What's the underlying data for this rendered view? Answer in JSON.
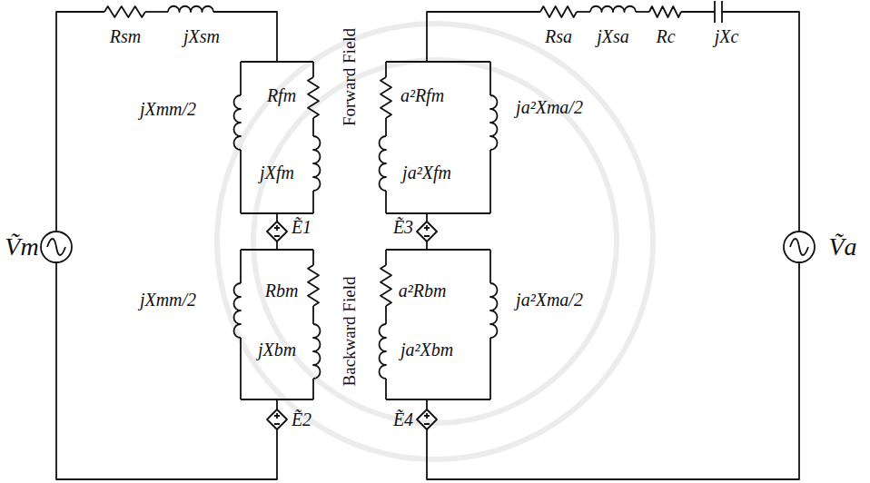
{
  "diagram": {
    "labels": [
      "Rsm",
      "jXsm",
      "jXmm/2",
      "Rfm",
      "jXfm",
      "Forward Field",
      "Rsa",
      "jXsa",
      "Rc",
      "jXc",
      "a²Rfm",
      "ja²Xma/2",
      "ja²Xfm",
      "Ṽm",
      "Ẽ1",
      "Ẽ3",
      "Ṽa",
      "Backward Field",
      "Rbm",
      "jXbm",
      "jXmm/2",
      "a²Rbm",
      "ja²Xma/2",
      "ja²Xbm",
      "Ẽ2",
      "Ẽ4"
    ]
  }
}
